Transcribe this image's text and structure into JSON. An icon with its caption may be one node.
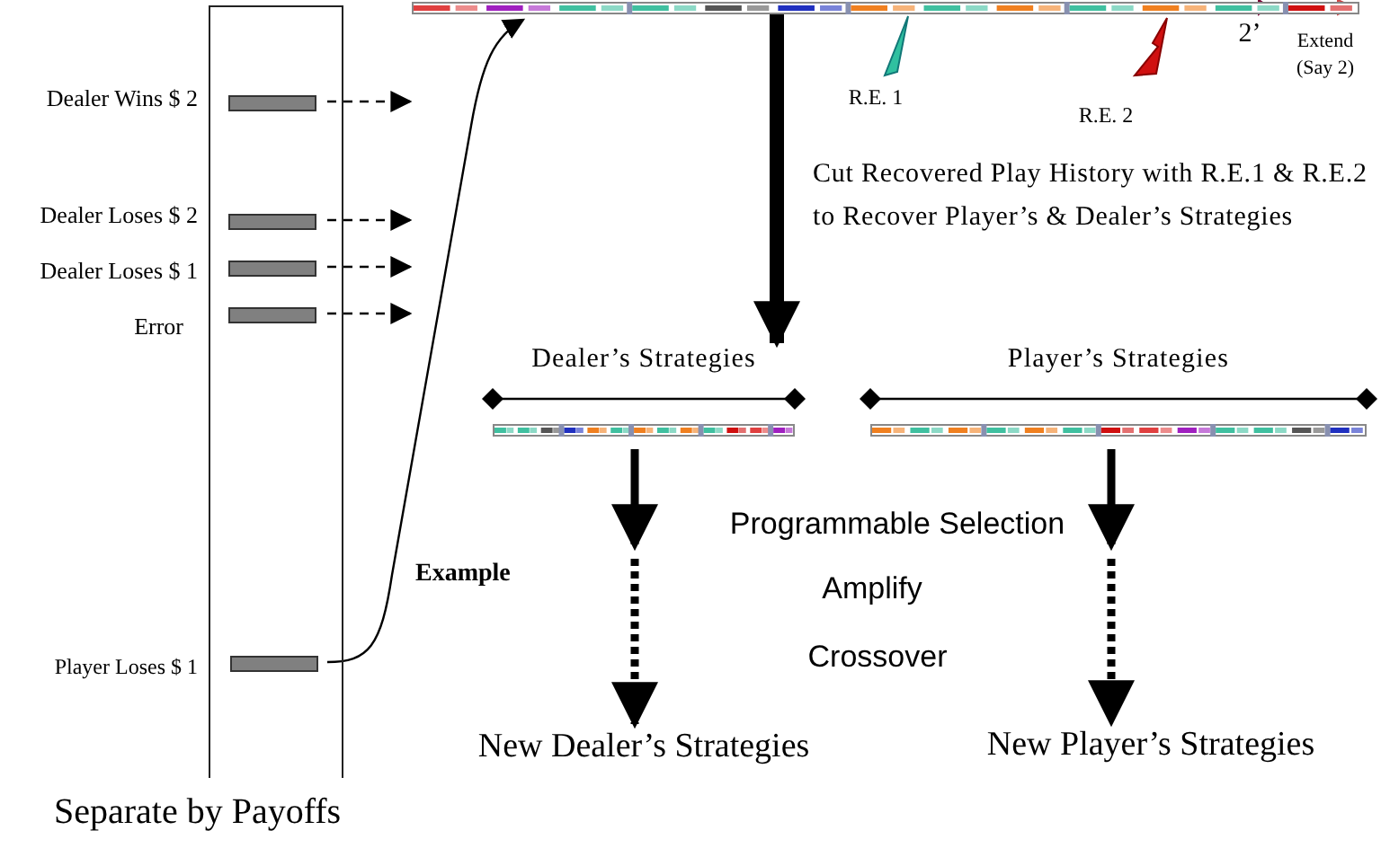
{
  "diagram": {
    "nodes": [
      {
        "text": [],
        "shape": "box",
        "beside": [
          "Separate by Payoffs"
        ]
      },
      {
        "text": [],
        "shape": "bar",
        "in": 0,
        "beside": [
          "Dealer Wins $ 2"
        ]
      },
      {
        "text": [],
        "shape": "bar",
        "in": 0,
        "beside": [
          "Dealer Loses $ 2"
        ]
      },
      {
        "text": [],
        "shape": "bar",
        "in": 0,
        "beside": [
          "Dealer Loses $ 1"
        ]
      },
      {
        "text": [],
        "shape": "bar",
        "in": 0,
        "beside": [
          "Error"
        ]
      },
      {
        "text": [],
        "shape": "bar",
        "in": 0,
        "beside": [
          "Player Loses $ 1"
        ]
      },
      {
        "text": [],
        "shape": "bar"
      },
      {
        "text": [
          "Dealer’s Strategies"
        ]
      },
      {
        "text": [
          "Player’s Strategies"
        ]
      },
      {
        "text": [
          "New Dealer’s Strategies"
        ]
      },
      {
        "text": [
          "New Player’s Strategies"
        ]
      }
    ],
    "edges": [
      {
        "from": 1,
        "to": null,
        "arrow": "to",
        "style": "dashed"
      },
      {
        "from": 2,
        "to": null,
        "arrow": "to",
        "style": "dashed"
      },
      {
        "from": 3,
        "to": null,
        "arrow": "to",
        "style": "dashed"
      },
      {
        "from": 4,
        "to": null,
        "arrow": "to",
        "style": "dashed"
      },
      {
        "from": 5,
        "to": 6,
        "arrow": "to",
        "label": "Example"
      },
      {
        "from": 6,
        "to": 7,
        "arrow": "to",
        "style": "thick",
        "label": "Cut Recovered Play History with R.E.1 & R.E.2 to Recover Player’s & Dealer’s Strategies"
      },
      {
        "from": 7,
        "to": 9,
        "arrow": "to",
        "style": "dashed"
      },
      {
        "from": 8,
        "to": 10,
        "arrow": "to",
        "style": "dashed"
      }
    ],
    "labels": [
      "R.E. 1",
      "R.E. 2",
      "2’",
      "Extend (Say 2)",
      "Programmable Selection",
      "Amplify",
      "Crossover"
    ]
  }
}
